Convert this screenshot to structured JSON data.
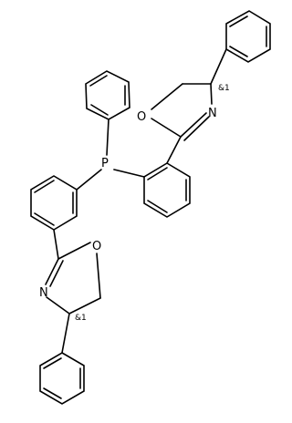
{
  "molecule": {
    "atom_labels": {
      "phosphorus": "P",
      "oxazoline_top_oxygen": "O",
      "oxazoline_top_nitrogen": "N",
      "oxazoline_bottom_oxygen": "O",
      "oxazoline_bottom_nitrogen": "N"
    },
    "stereo_labels": {
      "top_stereocenter": "&1",
      "bottom_stereocenter": "&1"
    }
  }
}
